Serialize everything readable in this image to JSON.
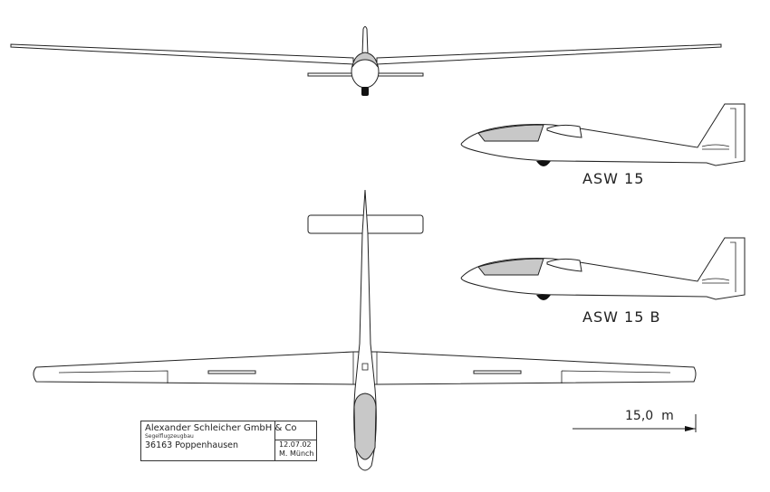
{
  "views": {
    "side_view_1_label": "ASW 15",
    "side_view_2_label": "ASW 15 B"
  },
  "title_block": {
    "company": "Alexander Schleicher GmbH & Co",
    "subtitle": "Segelflugzeugbau",
    "address": "36163 Poppenhausen",
    "date": "12.07.02",
    "author": "M. Münch"
  },
  "scale_bar": {
    "label": "15,0  m"
  },
  "colors": {
    "canopy": "#c8c8c8",
    "line": "#222222"
  }
}
